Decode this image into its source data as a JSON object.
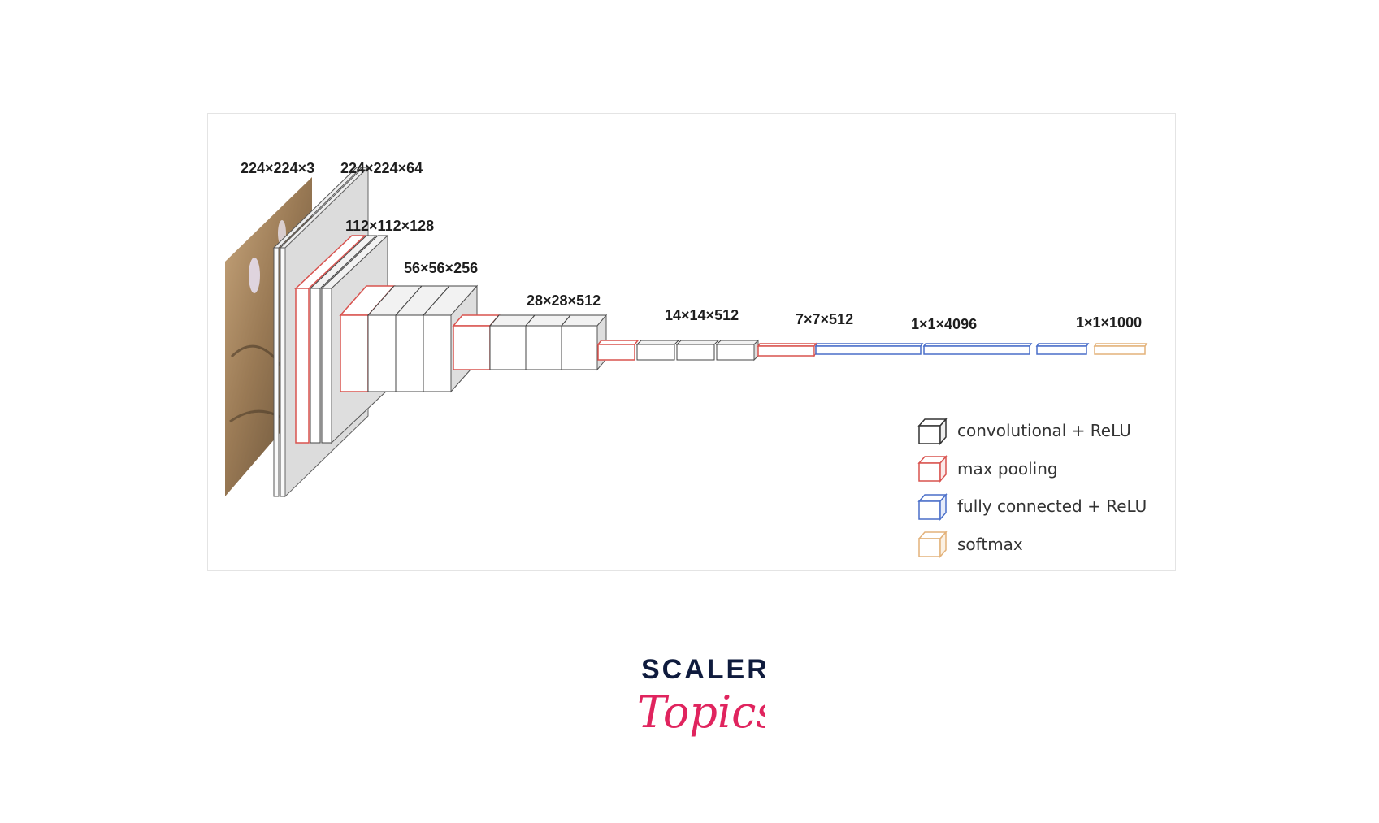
{
  "diagram": {
    "dimension_labels": [
      "224×224×3",
      "224×224×64",
      "112×112×128",
      "56×56×256",
      "28×28×512",
      "14×14×512",
      "7×7×512",
      "1×1×4096",
      "1×1×1000"
    ],
    "legend": [
      {
        "label": "convolutional + ReLU",
        "color": "#333333"
      },
      {
        "label": "max pooling",
        "color": "#d9534f"
      },
      {
        "label": "fully connected + ReLU",
        "color": "#4a6fc9"
      },
      {
        "label": "softmax",
        "color": "#e3b27a"
      }
    ]
  },
  "logo": {
    "line1": "SCALER",
    "line2": "Topics"
  }
}
